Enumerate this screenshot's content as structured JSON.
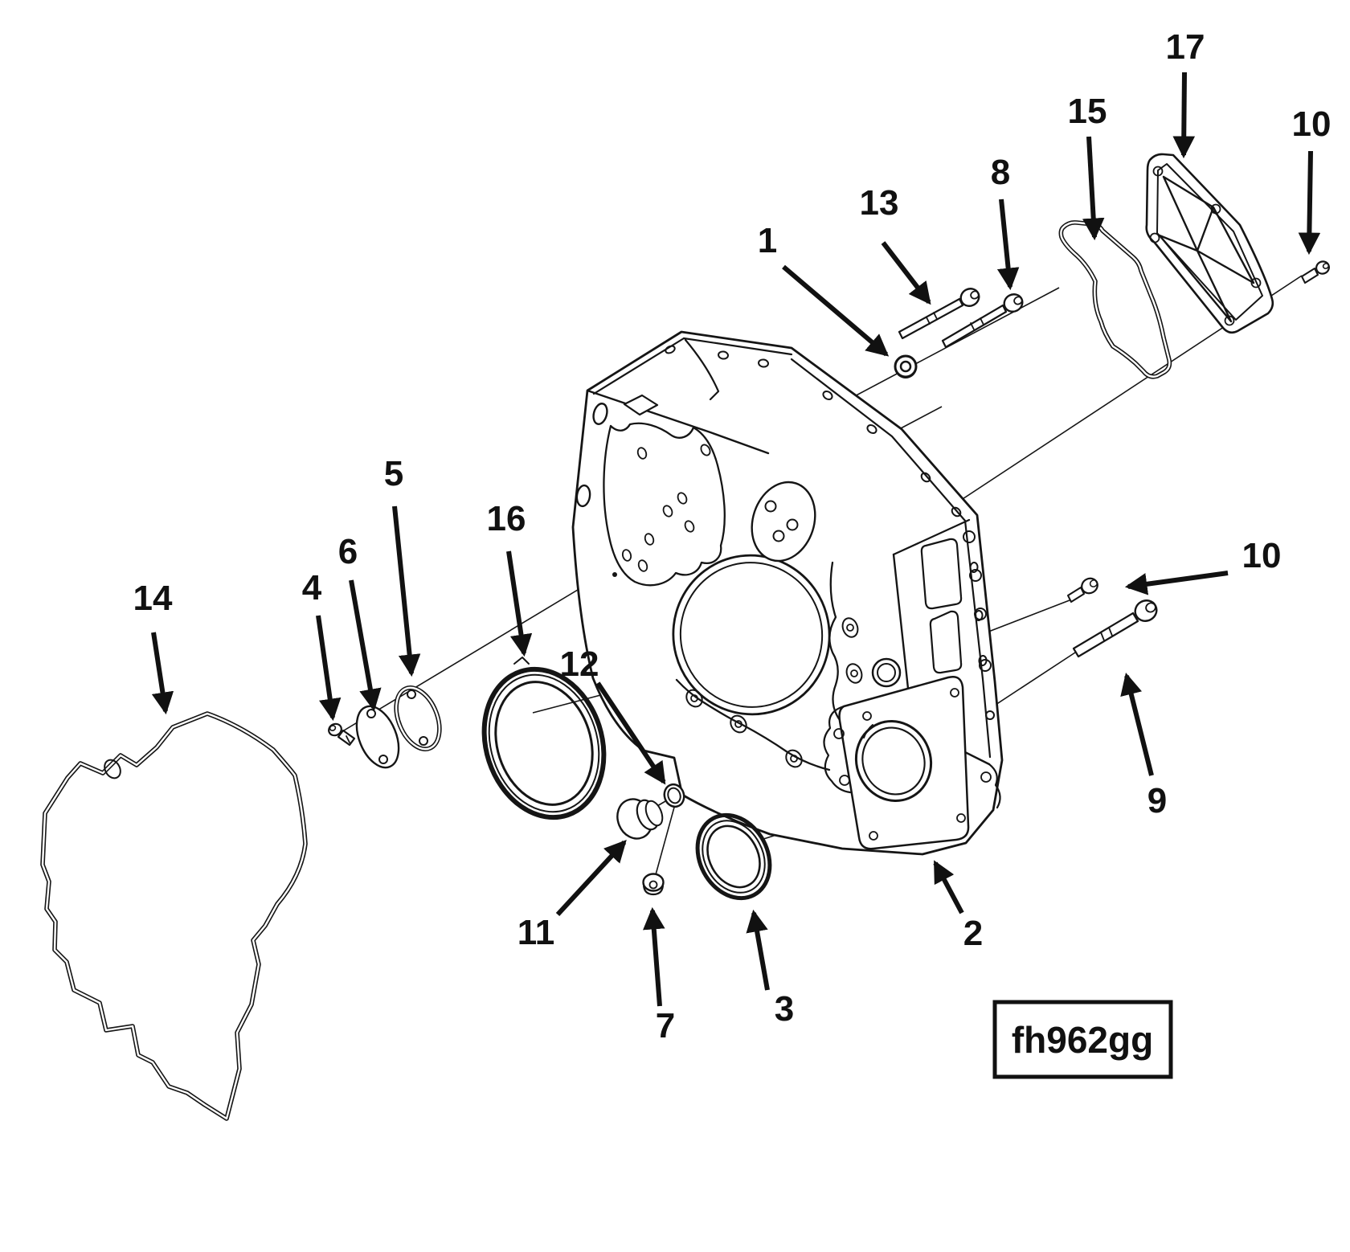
{
  "figure": {
    "code": "fh962gg"
  },
  "colors": {
    "background": "#ffffff",
    "line": "#151515",
    "label_text": "#111111"
  },
  "callouts": [
    {
      "label": "1",
      "target": "sealing-washer"
    },
    {
      "label": "2",
      "target": "flywheel-housing-bore"
    },
    {
      "label": "3",
      "target": "crankshaft-seal"
    },
    {
      "label": "4",
      "target": "small-screw"
    },
    {
      "label": "5",
      "target": "small-gasket"
    },
    {
      "label": "6",
      "target": "small-cover-plate"
    },
    {
      "label": "7",
      "target": "dome-nut"
    },
    {
      "label": "8",
      "target": "hex-bolt-short"
    },
    {
      "label": "9",
      "target": "hex-bolt-long"
    },
    {
      "label": "10",
      "target": "hex-bolt-upper-right"
    },
    {
      "label": "10",
      "target": "hex-bolt-middle-right"
    },
    {
      "label": "11",
      "target": "cup-plug"
    },
    {
      "label": "12",
      "target": "o-ring"
    },
    {
      "label": "13",
      "target": "hex-bolt-top"
    },
    {
      "label": "14",
      "target": "housing-gasket"
    },
    {
      "label": "15",
      "target": "cover-gasket"
    },
    {
      "label": "16",
      "target": "rear-seal-ring"
    },
    {
      "label": "17",
      "target": "ribbed-cover-plate"
    }
  ]
}
